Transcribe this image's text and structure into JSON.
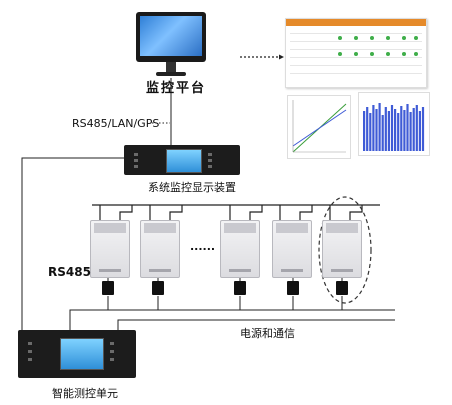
{
  "labels": {
    "platform": "监控平台",
    "comm": "RS485/LAN/GPS",
    "display_device": "系统监控显示装置",
    "rs485": "RS485",
    "power_comm": "电源和通信",
    "measure_unit": "智能测控单元",
    "ellipsis": "......"
  },
  "colors": {
    "accent": "#e58a2a",
    "bars": "#3f5bd6",
    "screen": "#2f7fd6",
    "wire_red": "#e23a3a"
  }
}
